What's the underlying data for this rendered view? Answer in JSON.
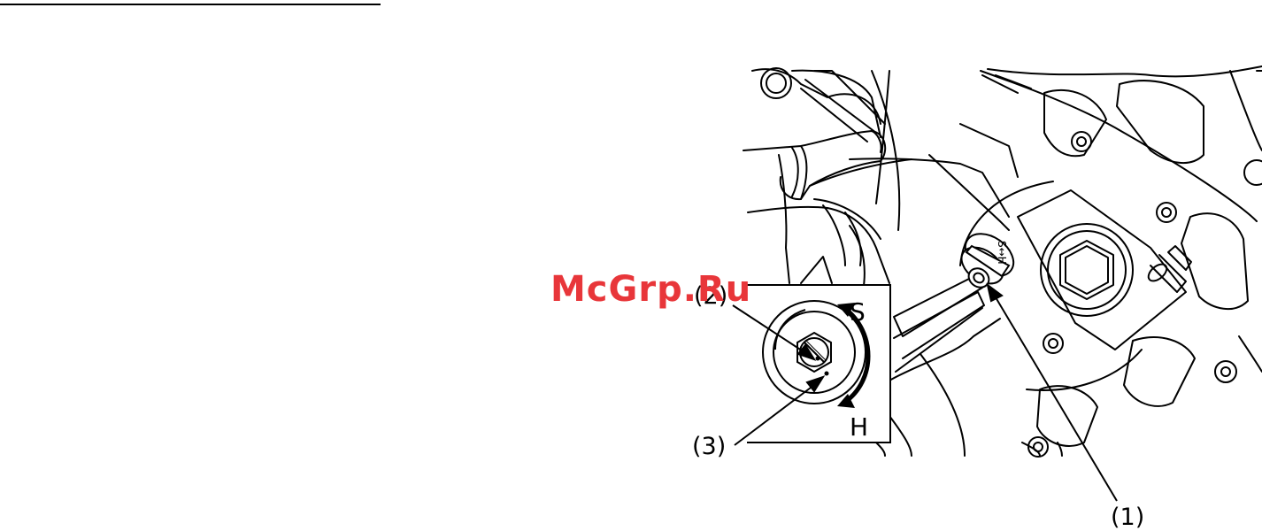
{
  "watermark": "McGrp.Ru",
  "callouts": {
    "adjuster": "(1)",
    "screw": "(2)",
    "mark": "(3)"
  },
  "dial": {
    "top": "S",
    "bottom": "H",
    "knob_small": "S↔H"
  },
  "colors": {
    "line": "#000000",
    "watermark": "#e8363a"
  }
}
